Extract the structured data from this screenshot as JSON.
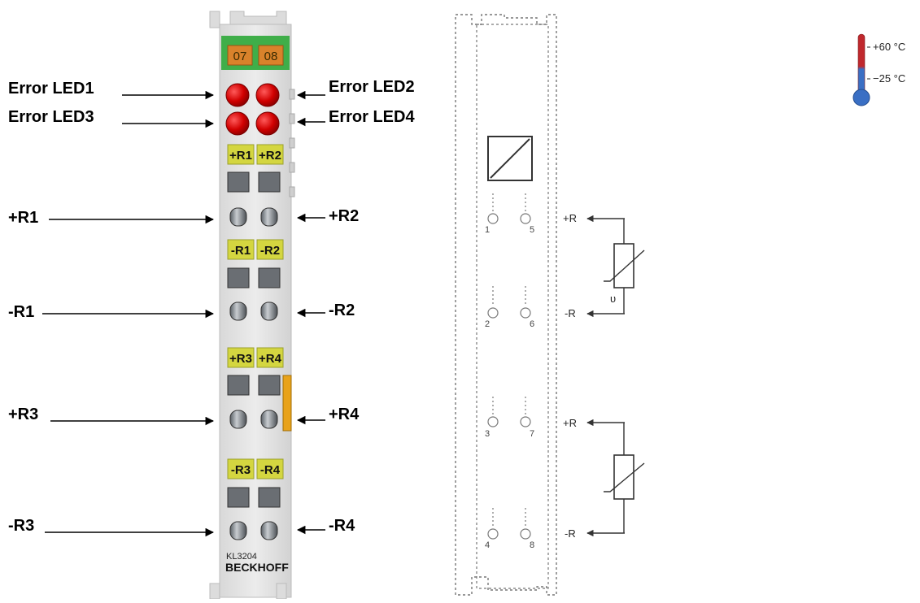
{
  "module": {
    "led_labels": [
      "07",
      "08"
    ],
    "model": "KL3204",
    "brand": "BECKHOFF"
  },
  "callouts": {
    "error_led1": "Error LED1",
    "error_led2": "Error LED2",
    "error_led3": "Error LED3",
    "error_led4": "Error LED4",
    "r1_plus": "+R1",
    "r2_plus": "+R2",
    "r1_minus": "-R1",
    "r2_minus": "-R2",
    "r3_plus": "+R3",
    "r4_plus": "+R4",
    "r3_minus": "-R3",
    "r4_minus": "-R4"
  },
  "terminal_tags": {
    "row1": [
      "+R1",
      "+R2"
    ],
    "row2": [
      "-R1",
      "-R2"
    ],
    "row3": [
      "+R3",
      "+R4"
    ],
    "row4": [
      "-R3",
      "-R4"
    ]
  },
  "schematic": {
    "pins": [
      "1",
      "5",
      "2",
      "6",
      "3",
      "7",
      "4",
      "8"
    ],
    "plus_r": "+R",
    "minus_r": "-R",
    "theta": "υ"
  },
  "temperature": {
    "max": "+60 °C",
    "min": "−25 °C"
  },
  "colors": {
    "led_red": "#cc0000",
    "tag_yellow": "#d4d640",
    "header_green": "#3fae49",
    "header_orange": "#d9822b",
    "housing_gray": "#e2e2e2"
  }
}
